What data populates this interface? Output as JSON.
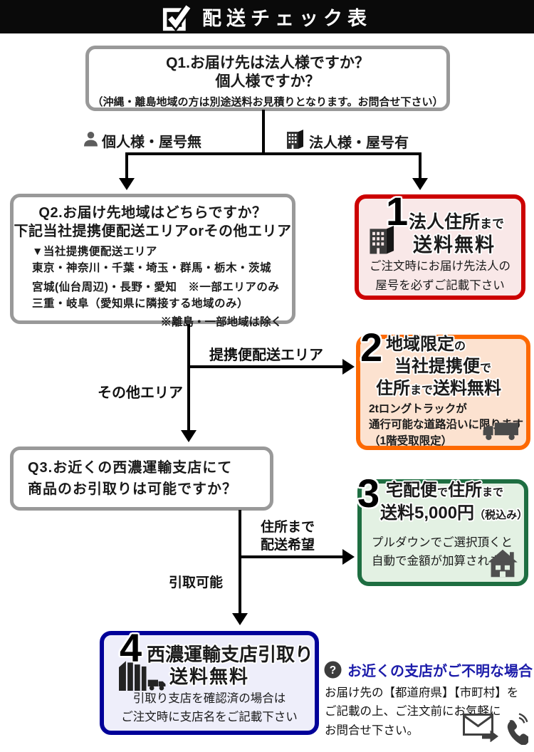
{
  "header": {
    "title": "配送チェック表"
  },
  "q1": {
    "line1": "Q1.お届け先は法人様ですか？",
    "line2": "個人様ですか？",
    "note": "（沖縄・離島地域の方は別途送料お見積りとなります。お問合せ下さい）"
  },
  "branches": {
    "personal": "個人様・屋号無",
    "corporate": "法人様・屋号有"
  },
  "q2": {
    "title1": "Q2.お届け先地域はどちらですか？",
    "title2": "下記当社提携便配送エリアorその他エリア",
    "area_header": "▼当社提携便配送エリア",
    "area_line1": "東京・神奈川・千葉・埼玉・群馬・栃木・茨城",
    "area_line2": "宮城(仙台周辺)・長野・愛知　※一部エリアのみ",
    "area_line3": "三重・岐阜（愛知県に隣接する地域のみ）",
    "area_note": "※離島・一部地域は除く"
  },
  "q3": {
    "line1": "Q3.お近くの西濃運輸支店にて",
    "line2": "商品のお引取りは可能ですか？"
  },
  "edges": {
    "partner_area": "提携便配送エリア",
    "other_area": "その他エリア",
    "address_line1": "住所まで",
    "address_line2": "配送希望",
    "pickup": "引取可能"
  },
  "result1": {
    "number": "1",
    "h1_main": "法人住所",
    "h1_small": "まで",
    "h2": "送料無料",
    "note1": "ご注文時にお届け先法人の",
    "note2": "屋号を必ずご記載下さい"
  },
  "result2": {
    "number": "2",
    "h1_main": "地域限定",
    "h1_small": "の",
    "h2_main": "当社提携便",
    "h2_small": "で",
    "h3_main1": "住所",
    "h3_small": "まで",
    "h3_main2": "送料無料",
    "note1": "2tロングトラックが",
    "note2": "通行可能な道路沿いに限ります",
    "note3": "（1階受取限定）"
  },
  "result3": {
    "number": "3",
    "h1_main1": "宅配便",
    "h1_small1": "で",
    "h1_main2": "住所",
    "h1_small2": "まで",
    "h2_main": "送料5,000円",
    "h2_small": "（税込み）",
    "note1": "プルダウンでご選択頂くと",
    "note2": "自動で金額が加算されます"
  },
  "result4": {
    "number": "4",
    "heading1": "西濃運輸支店引取り",
    "heading2": "送料無料",
    "note1": "引取り支店を確認済の場合は",
    "note2": "ご注文時に支店名をご記載下さい"
  },
  "contact": {
    "heading": "お近くの支店がご不明な場合",
    "line1": "お届け先の【都道府県】【市町村】を",
    "line2": "ご記載の上、ご注文前にお気軽に",
    "line3": "お問合せ下さい。"
  },
  "colors": {
    "header_bg": "#0a0a0a",
    "gray_border": "#999999",
    "red_border": "#cc0000",
    "red_bg": "#f9e8e8",
    "orange_border": "#fd6902",
    "orange_bg": "#fce2d0",
    "green_border": "#1e6e41",
    "green_bg": "#e3f1e3",
    "blue_border": "#000099",
    "blue_bg": "#eeeefa",
    "contact_heading": "#1c1caa"
  }
}
